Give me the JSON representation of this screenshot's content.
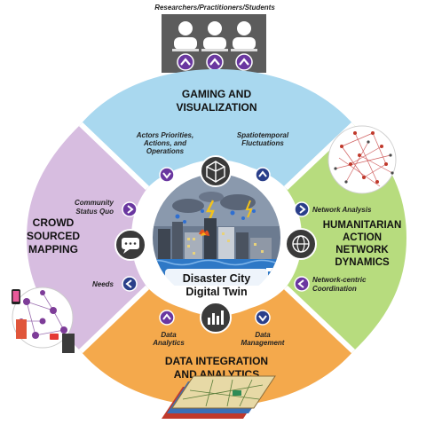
{
  "top_label": "Researchers/Practitioners/Students",
  "center": {
    "line1": "Disaster City",
    "line2": "Digital Twin"
  },
  "sections": {
    "gaming": {
      "title_line1": "GAMING AND",
      "title_line2": "VISUALIZATION",
      "label_left": [
        "Actors Priorities,",
        "Actions, and",
        "Operations"
      ],
      "label_right": [
        "Spatiotemporal",
        "Fluctuations"
      ],
      "color": "#a9d8ef"
    },
    "humanitarian": {
      "title_line1": "HUMANITARIAN",
      "title_line2": "ACTION",
      "title_line3": "NETWORK",
      "title_line4": "DYNAMICS",
      "label_top": "Network Analysis",
      "label_bottom": [
        "Network-centric",
        "Coordination"
      ],
      "color": "#b7dc7e"
    },
    "data": {
      "title_line1": "DATA INTEGRATION",
      "title_line2": "AND ANALYTICS",
      "label_left": [
        "Data",
        "Analytics"
      ],
      "label_right": [
        "Data",
        "Management"
      ],
      "color": "#f4a94c"
    },
    "crowd": {
      "title_line1": "CROWD",
      "title_line2": "SOURCED",
      "title_line3": "MAPPING",
      "label_top": [
        "Community",
        "Status Quo"
      ],
      "label_bottom": "Needs",
      "color": "#d7bde0"
    }
  },
  "colors": {
    "arrow_badge": "#5b2a86",
    "hub_icon": "#3a3a3a",
    "city_sky": "#8a99ad"
  }
}
